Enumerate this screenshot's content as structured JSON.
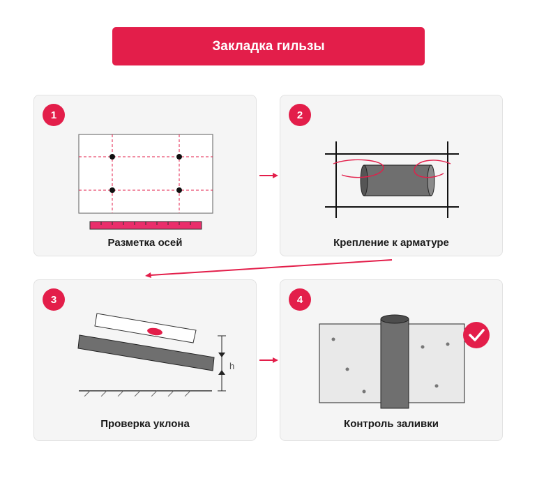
{
  "title": "Закладка гильзы",
  "accent_color": "#e31e4a",
  "steps": [
    {
      "number": "1",
      "label": "Разметка осей"
    },
    {
      "number": "2",
      "label": "Крепление к арматуре"
    },
    {
      "number": "3",
      "label": "Проверка уклона"
    },
    {
      "number": "4",
      "label": "Контроль заливки"
    }
  ],
  "slope_height_label": "h",
  "completion_icon": "checkmark-icon"
}
